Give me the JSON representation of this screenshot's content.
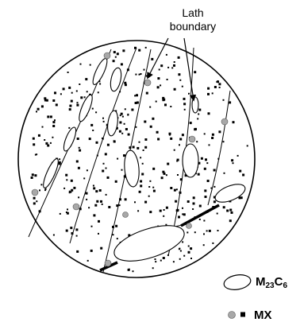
{
  "callout": {
    "line1": "Lath",
    "line2": "boundary"
  },
  "legend": {
    "m23_base": "M",
    "m23_sub1": "23",
    "m23_mid": "C",
    "m23_sub2": "6",
    "mx_label": "MX"
  },
  "colors": {
    "ink": "#000000",
    "mx_particle": "#a8a8a8",
    "background": "#ffffff"
  }
}
